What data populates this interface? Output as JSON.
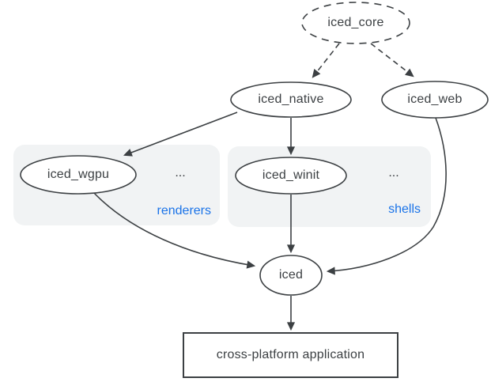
{
  "diagram": {
    "nodes": {
      "iced_core": {
        "label": "iced_core",
        "shape": "ellipse",
        "border": "dashed"
      },
      "iced_native": {
        "label": "iced_native",
        "shape": "ellipse",
        "border": "solid"
      },
      "iced_web": {
        "label": "iced_web",
        "shape": "ellipse",
        "border": "solid"
      },
      "iced_wgpu": {
        "label": "iced_wgpu",
        "shape": "ellipse",
        "border": "solid",
        "group": "renderers"
      },
      "iced_winit": {
        "label": "iced_winit",
        "shape": "ellipse",
        "border": "solid",
        "group": "shells"
      },
      "iced": {
        "label": "iced",
        "shape": "ellipse",
        "border": "solid"
      },
      "application": {
        "label": "cross-platform application",
        "shape": "rect",
        "border": "solid"
      }
    },
    "groups": {
      "renderers": {
        "label": "renderers",
        "ellipsis": "..."
      },
      "shells": {
        "label": "shells",
        "ellipsis": "..."
      }
    },
    "edges": [
      {
        "from": "iced_core",
        "to": "iced_native",
        "style": "dashed"
      },
      {
        "from": "iced_core",
        "to": "iced_web",
        "style": "dashed"
      },
      {
        "from": "iced_native",
        "to": "iced_wgpu",
        "style": "solid"
      },
      {
        "from": "iced_native",
        "to": "iced_winit",
        "style": "solid"
      },
      {
        "from": "iced_wgpu",
        "to": "iced",
        "style": "solid"
      },
      {
        "from": "iced_winit",
        "to": "iced",
        "style": "solid"
      },
      {
        "from": "iced_web",
        "to": "iced",
        "style": "solid"
      },
      {
        "from": "iced",
        "to": "application",
        "style": "solid"
      }
    ],
    "colors": {
      "stroke": "#3c4043",
      "node_text": "#3c4043",
      "group_label": "#1a73e8",
      "group_background": "#f1f3f4",
      "canvas_background": "#ffffff"
    }
  }
}
